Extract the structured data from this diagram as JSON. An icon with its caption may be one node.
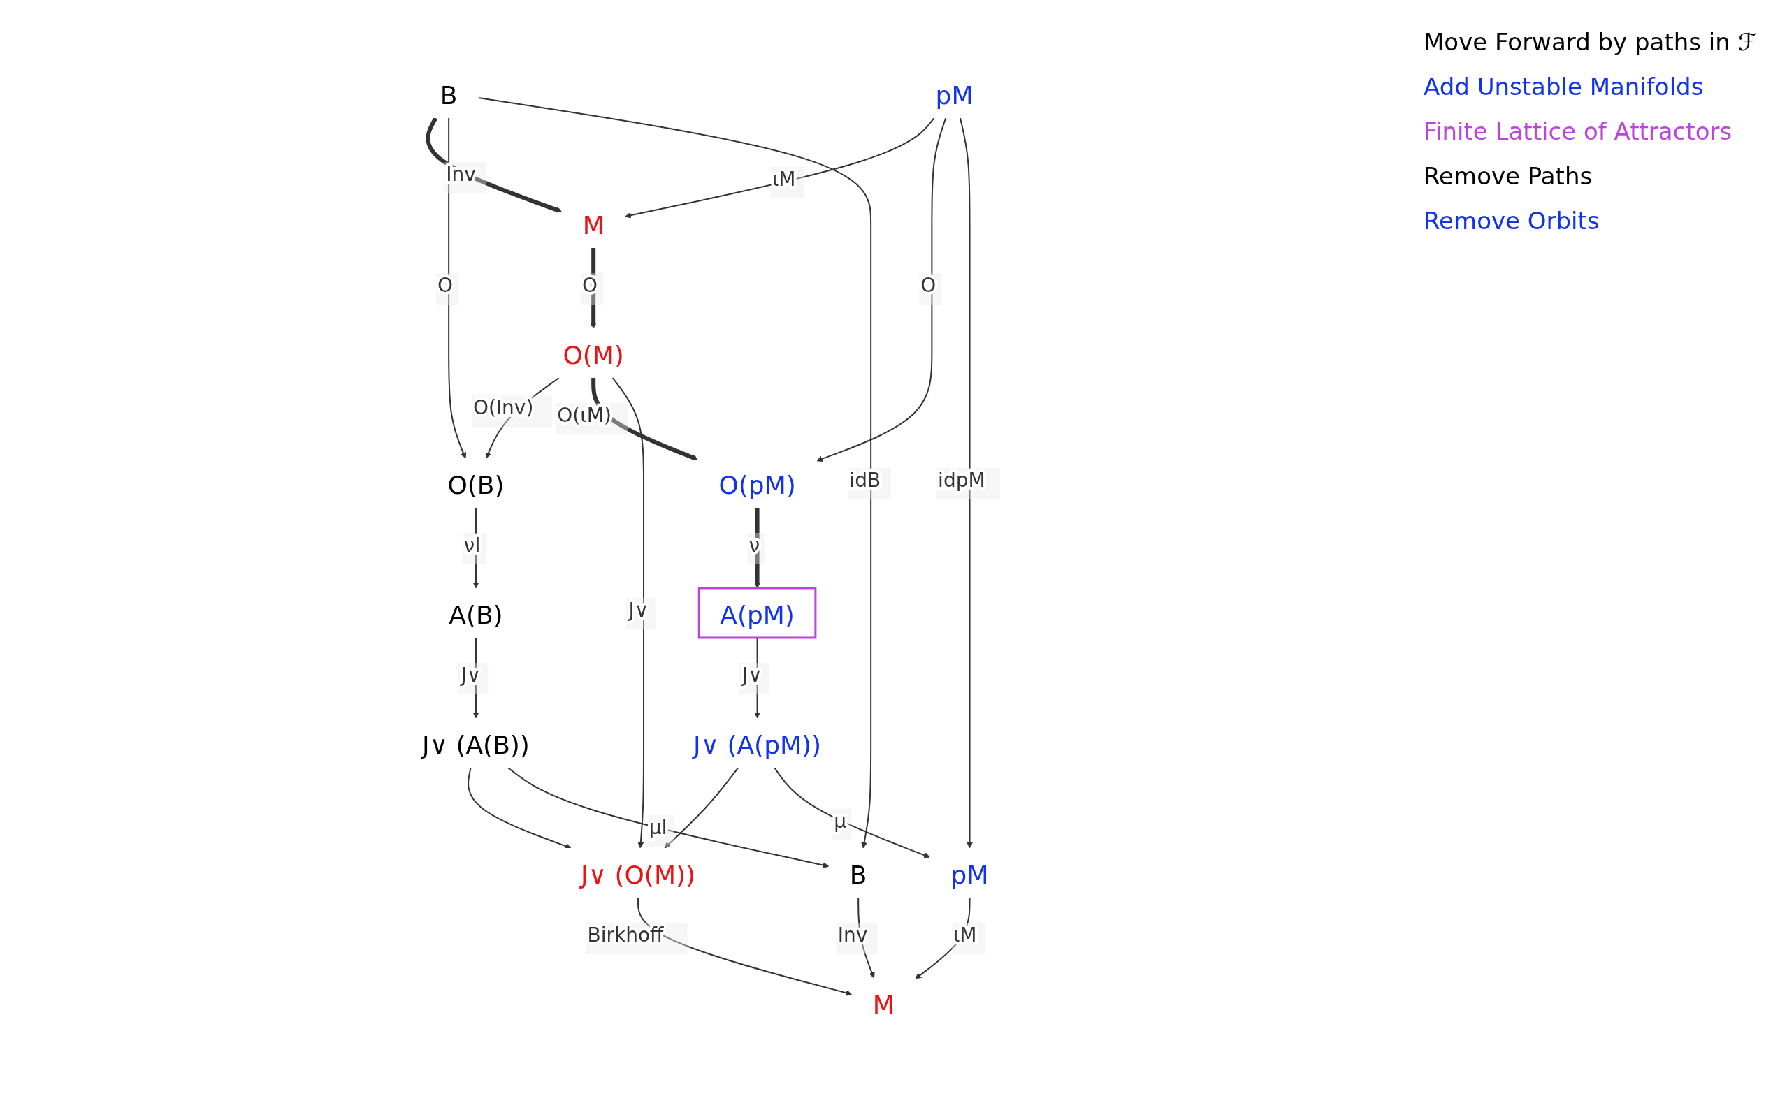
{
  "diagram": {
    "nodes": [
      {
        "text": [
          "B"
        ]
      },
      {
        "text": [
          "M"
        ]
      },
      {
        "text": [
          "pM"
        ]
      },
      {
        "text": [
          "O(B)"
        ]
      },
      {
        "text": [
          "O(M)"
        ]
      },
      {
        "text": [
          "O(pM)"
        ]
      },
      {
        "text": [
          "A(B)"
        ]
      },
      {
        "text": [
          "A(pM)"
        ]
      },
      {
        "text": [
          "J∨ (A(B))"
        ]
      },
      {
        "text": [
          "J∨ (O(M))"
        ]
      },
      {
        "text": [
          "J∨ (A(pM))"
        ]
      },
      {
        "text": [
          "B"
        ]
      },
      {
        "text": [
          "M"
        ]
      },
      {
        "text": [
          "pM"
        ]
      }
    ],
    "edges": [
      {
        "from": 0,
        "to": 1,
        "arrow": "to",
        "label": "Inv",
        "style": "thick"
      },
      {
        "from": 2,
        "to": 1,
        "arrow": "to",
        "label": "ιM"
      },
      {
        "from": 0,
        "to": 3,
        "arrow": "to",
        "label": "O"
      },
      {
        "from": 1,
        "to": 4,
        "arrow": "to",
        "label": "O",
        "style": "thick"
      },
      {
        "from": 2,
        "to": 5,
        "arrow": "to",
        "label": "O"
      },
      {
        "from": 4,
        "to": 3,
        "arrow": "to",
        "label": "O(Inv)"
      },
      {
        "from": 4,
        "to": 5,
        "arrow": "to",
        "label": "O(ιM)",
        "style": "thick"
      },
      {
        "from": 3,
        "to": 6,
        "arrow": "to",
        "label": "νI"
      },
      {
        "from": 5,
        "to": 7,
        "arrow": "to",
        "label": "ν",
        "style": "thick"
      },
      {
        "from": 6,
        "to": 8,
        "arrow": "to",
        "label": "J∨"
      },
      {
        "from": 4,
        "to": 9,
        "arrow": "to",
        "label": "J∨"
      },
      {
        "from": 7,
        "to": 10,
        "arrow": "to",
        "label": "J∨"
      },
      {
        "from": 8,
        "to": 9,
        "arrow": "to"
      },
      {
        "from": 10,
        "to": 9,
        "arrow": "to"
      },
      {
        "from": 0,
        "to": 11,
        "arrow": "to",
        "label": "idB"
      },
      {
        "from": 2,
        "to": 13,
        "arrow": "to",
        "label": "idpM"
      },
      {
        "from": 8,
        "to": 11,
        "arrow": "to",
        "label": "μI"
      },
      {
        "from": 10,
        "to": 13,
        "arrow": "to",
        "label": "μ"
      },
      {
        "from": 9,
        "to": 12,
        "arrow": "to",
        "label": "Birkhoff"
      },
      {
        "from": 11,
        "to": 12,
        "arrow": "to",
        "label": "Inv"
      },
      {
        "from": 13,
        "to": 12,
        "arrow": "to",
        "label": "ιM"
      }
    ],
    "labels": [
      "Move Forward by paths in ℱ",
      "Add Unstable Manifolds",
      "Finite Lattice of Attractors",
      "Remove Paths",
      "Remove Orbits"
    ]
  }
}
